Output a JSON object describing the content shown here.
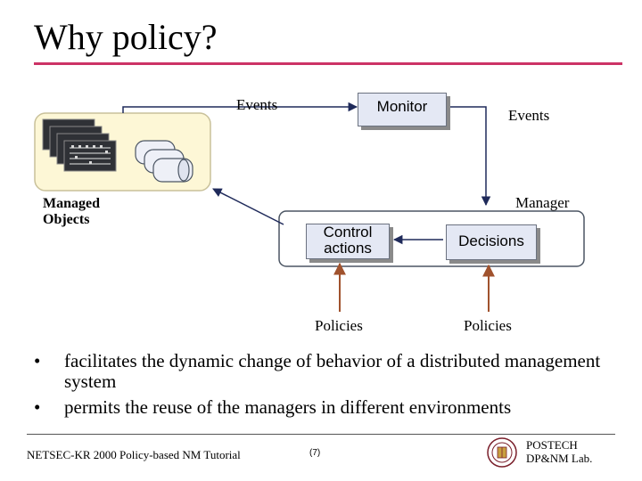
{
  "title": "Why policy?",
  "diagram": {
    "monitor_label": "Monitor",
    "events_left": "Events",
    "events_right": "Events",
    "managed_objects_label": "Managed\nObjects",
    "manager_label": "Manager",
    "control_actions_label": "Control\nactions",
    "decisions_label": "Decisions",
    "policies_left": "Policies",
    "policies_right": "Policies"
  },
  "bullets": [
    "facilitates the dynamic change of behavior of a distributed management system",
    "permits the reuse of the managers in different environments"
  ],
  "footer": {
    "left": "NETSEC-KR 2000 Policy-based NM Tutorial",
    "page": "(7)",
    "org_line1": "POSTECH",
    "org_line2": "DP&NM Lab."
  },
  "colors": {
    "title_rule": "#cc3366",
    "managed_area_fill": "#fdf7d6",
    "box_fill": "#e4e8f4",
    "arrow_dark": "#1f2a5a",
    "policy_arrow": "#a0522d"
  }
}
